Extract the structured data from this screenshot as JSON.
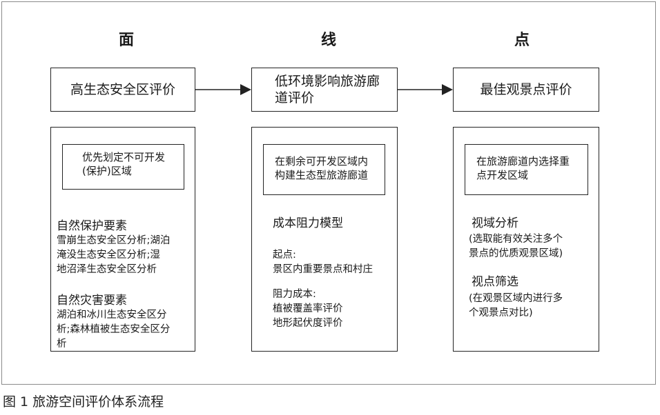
{
  "columns": [
    {
      "heading": "面",
      "top_box": "高生态安全区评价",
      "inner_box": "优先划定不可开发\n(保护)区域",
      "sections": [
        {
          "title": "自然保护要素",
          "body": "雪崩生态安全区分析;湖泊\n淹没生态安全区分析;湿\n地沼泽生态安全区分析"
        },
        {
          "title": "自然灾害要素",
          "body": "湖泊和冰川生态安全区分\n析;森林植被生态安全区分\n析"
        }
      ]
    },
    {
      "heading": "线",
      "top_box": "低环境影响旅游廊\n道评价",
      "inner_box": "在剩余可开发区域内\n构建生态型旅游廊道",
      "sections": [
        {
          "title": "成本阻力模型",
          "body": ""
        },
        {
          "title": "",
          "body": "起点:\n景区内重要景点和村庄"
        },
        {
          "title": "",
          "body": "阻力成本:\n植被覆盖率评价\n地形起伏度评价"
        }
      ]
    },
    {
      "heading": "点",
      "top_box": "最佳观景点评价",
      "inner_box": "在旅游廊道内选择重\n点开发区域",
      "sections": [
        {
          "title": "视域分析",
          "body": "(选取能有效关注多个\n景点的优质观景区域)"
        },
        {
          "title": "视点筛选",
          "body": "(在观景区域内进行多\n个观景点对比)"
        }
      ]
    }
  ],
  "caption": "图 1 旅游空间评价体系流程",
  "colors": {
    "line": "#222222",
    "frame": "#8a8a8a"
  }
}
